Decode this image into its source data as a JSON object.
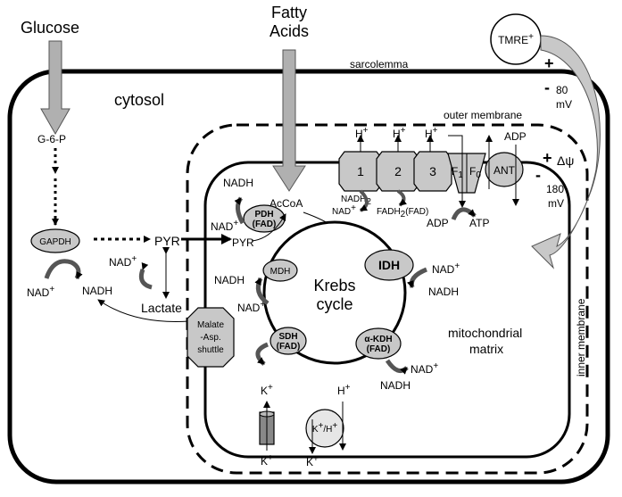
{
  "inputs": {
    "glucose": "Glucose",
    "fatty_acids_line1": "Fatty",
    "fatty_acids_line2": "Acids",
    "tmre": "TMRE",
    "tmre_charge": "+"
  },
  "compartments": {
    "sarcolemma": "sarcolemma",
    "cytosol": "cytosol",
    "outer_membrane": "outer membrane",
    "inner_membrane": "inner membrane",
    "matrix_line1": "mitochondrial",
    "matrix_line2": "matrix"
  },
  "potentials": {
    "plus": "+",
    "minus": "-",
    "sarcolemma_value": "80",
    "sarcolemma_unit": "mV",
    "mito_value": "180",
    "mito_unit": "mV",
    "delta_psi": "Δψ"
  },
  "glycolysis": {
    "g6p": "G-6-P",
    "gapdh": "GAPDH",
    "nad": "NAD",
    "nadh": "NADH",
    "pyr": "PYR",
    "lactate": "Lactate",
    "plus": "+"
  },
  "shuttle": {
    "line1": "Malate",
    "line2": "-Asp.",
    "line3": "shuttle"
  },
  "krebs": {
    "line1": "Krebs",
    "line2": "cycle",
    "acoa": "AcCoA",
    "pyr": "PYR",
    "pdh": "PDH",
    "fad": "(FAD)",
    "mdh": "MDH",
    "idh": "IDH",
    "sdh": "SDH",
    "akdh": "α-KDH",
    "nad": "NAD",
    "nadh": "NADH",
    "plus": "+"
  },
  "etc": {
    "complex1": "1",
    "complex2": "2",
    "complex3": "3",
    "f1": "F",
    "f1_sub": "1",
    "f0": "F",
    "f0_sub": "0",
    "ant": "ANT",
    "h": "H",
    "plus": "+",
    "adp": "ADP",
    "atp": "ATP",
    "nadh2": "NADH",
    "nadh2_sub": "2",
    "fadh2": "FADH",
    "fadh2_sub": "2",
    "fad": "(FAD)"
  },
  "channels": {
    "k": "K",
    "kh": "K",
    "kh_mid": "/H",
    "plus": "+"
  }
}
